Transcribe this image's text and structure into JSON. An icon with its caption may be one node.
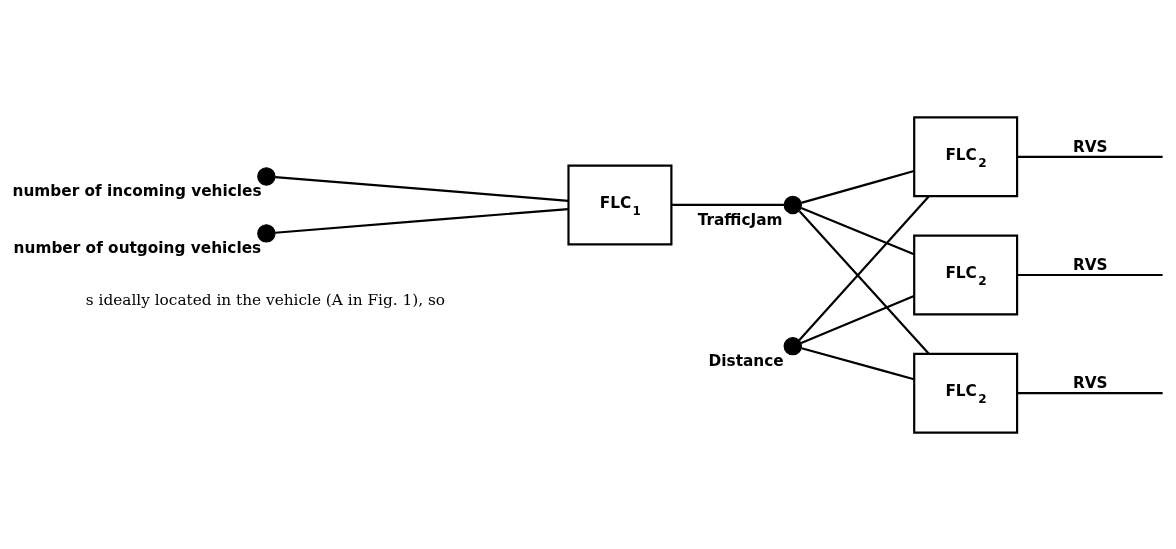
{
  "diagram": {
    "nodes": [
      {
        "text": [],
        "shape": "circle",
        "beside": [
          "number of incoming vehicles"
        ]
      },
      {
        "text": [],
        "shape": "circle",
        "beside": [
          "number of outgoing vehicles"
        ]
      },
      {
        "text": [
          "FLC$_{1}$"
        ]
      },
      {
        "text": [],
        "shape": "circle",
        "beside": [
          "TrafficJam"
        ]
      },
      {
        "text": [],
        "shape": "circle",
        "beside": [
          "Distance"
        ]
      },
      {
        "text": [
          "FLC$_{2}$"
        ]
      },
      {
        "text": [
          "FLC$_{2}$"
        ]
      },
      {
        "text": [
          "FLC$_{2}$"
        ]
      }
    ],
    "edges": [
      {
        "from": 0,
        "to": 2,
        "arrow": "none"
      },
      {
        "from": 1,
        "to": 2,
        "arrow": "none"
      },
      {
        "from": 2,
        "to": 3,
        "arrow": "none"
      },
      {
        "from": 3,
        "to": 5,
        "arrow": "none"
      },
      {
        "from": 3,
        "to": 6,
        "arrow": "none"
      },
      {
        "from": 3,
        "to": 7,
        "arrow": "none"
      },
      {
        "from": 4,
        "to": 5,
        "arrow": "none"
      },
      {
        "from": 4,
        "to": 6,
        "arrow": "none"
      },
      {
        "from": 4,
        "to": 7,
        "arrow": "none"
      },
      {
        "from": 5,
        "to": null,
        "arrow": "none",
        "label": "RVS"
      },
      {
        "from": 6,
        "to": null,
        "arrow": "none",
        "label": "RVS"
      },
      {
        "from": 7,
        "to": null,
        "arrow": "none",
        "label": "RVS"
      }
    ],
    "labels": [
      "s ideally located in the vehicle (A in Fig. 1), so"
    ]
  }
}
